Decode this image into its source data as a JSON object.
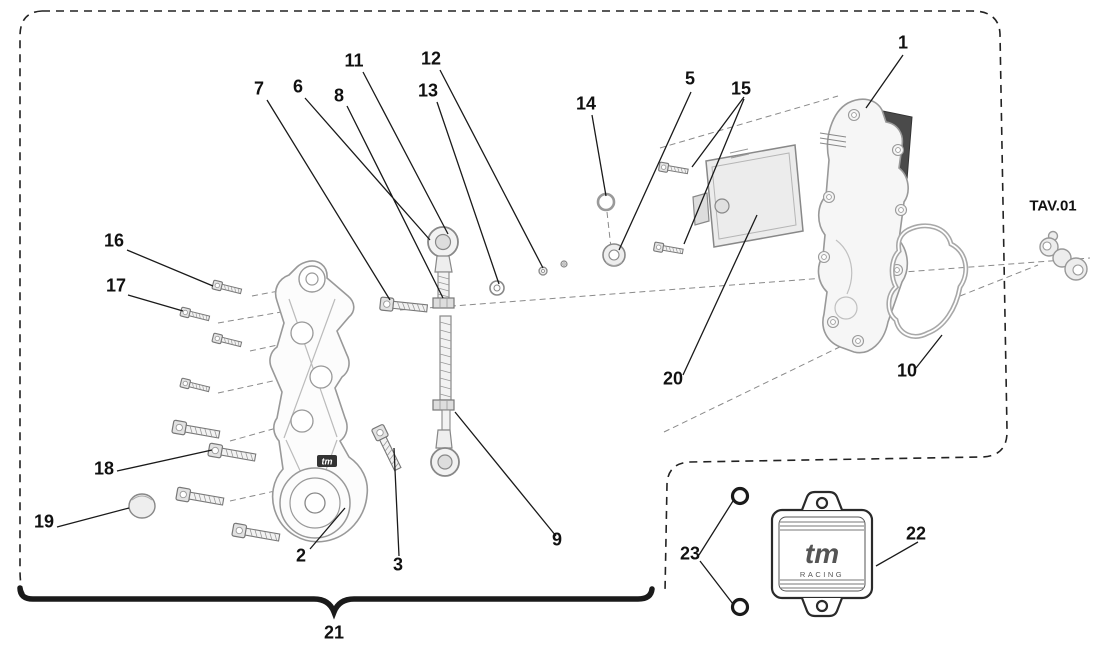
{
  "drawing": {
    "tav_label": "TAV.01"
  },
  "callouts": {
    "n1": "1",
    "n2": "2",
    "n3": "3",
    "n5": "5",
    "n6": "6",
    "n7": "7",
    "n8": "8",
    "n9": "9",
    "n10": "10",
    "n11": "11",
    "n12": "12",
    "n13": "13",
    "n14": "14",
    "n15": "15",
    "n16": "16",
    "n17": "17",
    "n18": "18",
    "n19": "19",
    "n20": "20",
    "n21": "21",
    "n22": "22",
    "n23": "23"
  },
  "logos": {
    "plate_logo": "tm",
    "box_logo": "tm",
    "box_logo_sub": "RACING"
  }
}
